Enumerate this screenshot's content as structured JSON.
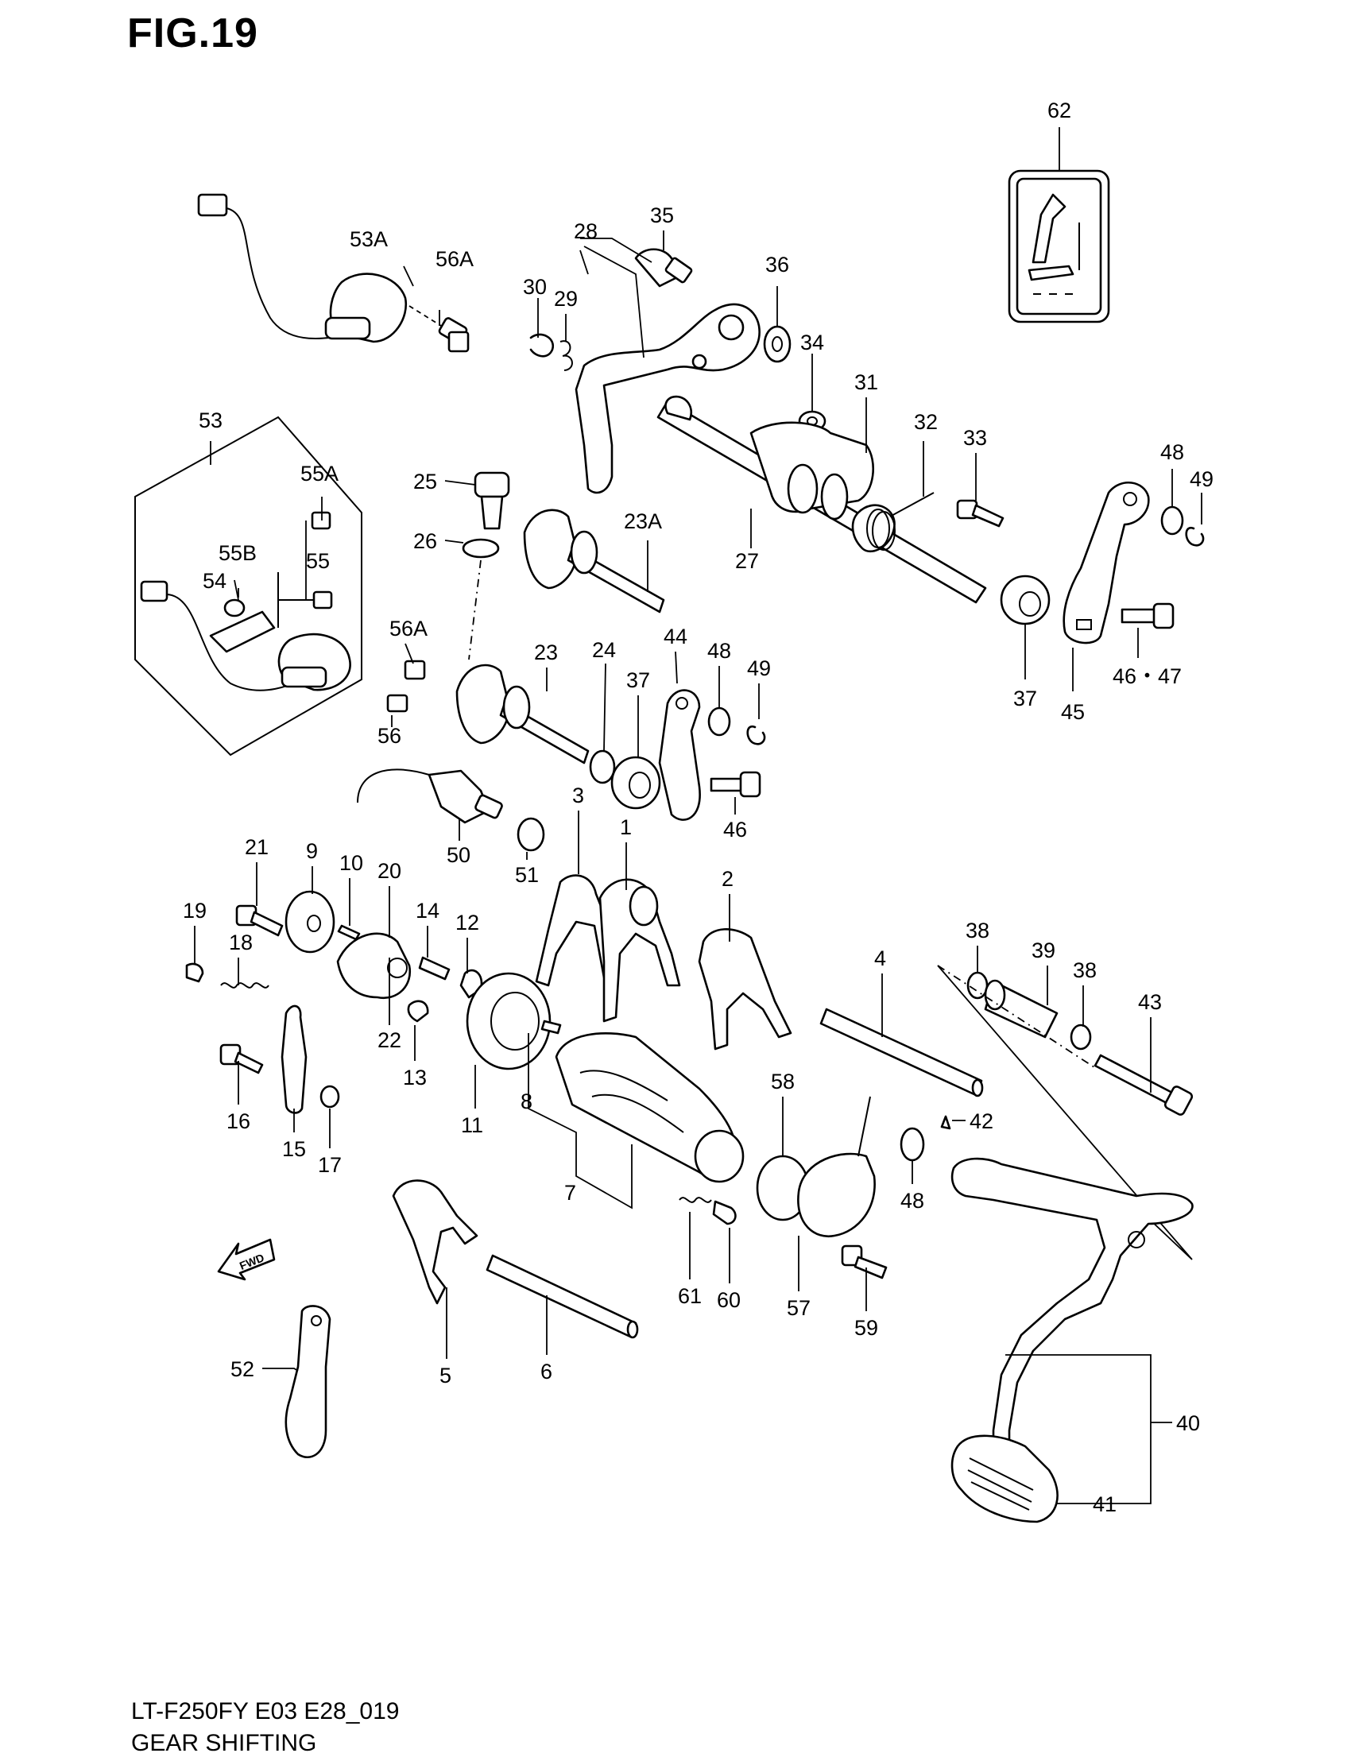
{
  "figure": {
    "title": "FIG.19"
  },
  "footer": {
    "code": "LT-F250FY E03 E28_019",
    "title": "GEAR SHIFTING"
  },
  "fwd_marker": {
    "text": "FWD",
    "icon": "fwd-arrow-icon"
  },
  "callouts": [
    {
      "id": "62",
      "text": "62"
    },
    {
      "id": "53A",
      "text": "53A"
    },
    {
      "id": "56A_top",
      "text": "56A"
    },
    {
      "id": "28",
      "text": "28"
    },
    {
      "id": "35",
      "text": "35"
    },
    {
      "id": "36",
      "text": "36"
    },
    {
      "id": "30",
      "text": "30"
    },
    {
      "id": "29",
      "text": "29"
    },
    {
      "id": "34",
      "text": "34"
    },
    {
      "id": "31",
      "text": "31"
    },
    {
      "id": "32",
      "text": "32"
    },
    {
      "id": "33",
      "text": "33"
    },
    {
      "id": "48_top",
      "text": "48"
    },
    {
      "id": "49_top",
      "text": "49"
    },
    {
      "id": "53",
      "text": "53"
    },
    {
      "id": "55A",
      "text": "55A"
    },
    {
      "id": "25",
      "text": "25"
    },
    {
      "id": "26",
      "text": "26"
    },
    {
      "id": "23A",
      "text": "23A"
    },
    {
      "id": "27",
      "text": "27"
    },
    {
      "id": "55B",
      "text": "55B"
    },
    {
      "id": "55",
      "text": "55"
    },
    {
      "id": "54",
      "text": "54"
    },
    {
      "id": "56A_mid",
      "text": "56A"
    },
    {
      "id": "56",
      "text": "56"
    },
    {
      "id": "23",
      "text": "23"
    },
    {
      "id": "24",
      "text": "24"
    },
    {
      "id": "37_mid",
      "text": "37"
    },
    {
      "id": "44",
      "text": "44"
    },
    {
      "id": "48_mid",
      "text": "48"
    },
    {
      "id": "49_mid",
      "text": "49"
    },
    {
      "id": "37_right",
      "text": "37"
    },
    {
      "id": "45",
      "text": "45"
    },
    {
      "id": "46_47",
      "text": "46・47"
    },
    {
      "id": "46",
      "text": "46"
    },
    {
      "id": "50",
      "text": "50"
    },
    {
      "id": "51",
      "text": "51"
    },
    {
      "id": "3",
      "text": "3"
    },
    {
      "id": "1",
      "text": "1"
    },
    {
      "id": "21",
      "text": "21"
    },
    {
      "id": "9",
      "text": "9"
    },
    {
      "id": "10",
      "text": "10"
    },
    {
      "id": "20",
      "text": "20"
    },
    {
      "id": "19",
      "text": "19"
    },
    {
      "id": "14",
      "text": "14"
    },
    {
      "id": "12",
      "text": "12"
    },
    {
      "id": "18",
      "text": "18"
    },
    {
      "id": "2",
      "text": "2"
    },
    {
      "id": "38_a",
      "text": "38"
    },
    {
      "id": "39",
      "text": "39"
    },
    {
      "id": "38_b",
      "text": "38"
    },
    {
      "id": "43",
      "text": "43"
    },
    {
      "id": "4",
      "text": "4"
    },
    {
      "id": "22",
      "text": "22"
    },
    {
      "id": "13",
      "text": "13"
    },
    {
      "id": "16",
      "text": "16"
    },
    {
      "id": "11",
      "text": "11"
    },
    {
      "id": "8",
      "text": "8"
    },
    {
      "id": "15",
      "text": "15"
    },
    {
      "id": "17",
      "text": "17"
    },
    {
      "id": "58",
      "text": "58"
    },
    {
      "id": "42",
      "text": "42"
    },
    {
      "id": "7",
      "text": "7"
    },
    {
      "id": "48_low",
      "text": "48"
    },
    {
      "id": "61",
      "text": "61"
    },
    {
      "id": "60",
      "text": "60"
    },
    {
      "id": "57",
      "text": "57"
    },
    {
      "id": "59",
      "text": "59"
    },
    {
      "id": "52",
      "text": "52"
    },
    {
      "id": "5",
      "text": "5"
    },
    {
      "id": "6",
      "text": "6"
    },
    {
      "id": "40",
      "text": "40"
    },
    {
      "id": "41",
      "text": "41"
    }
  ]
}
